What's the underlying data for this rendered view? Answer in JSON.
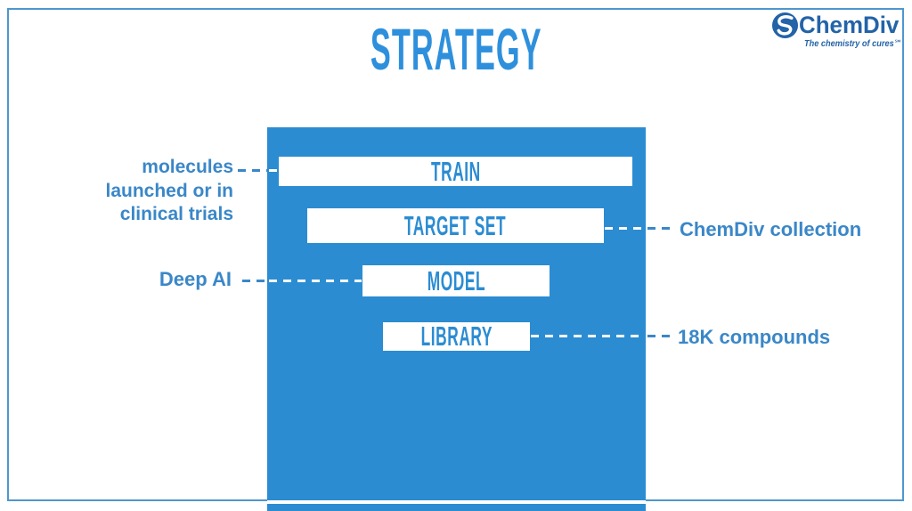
{
  "slide": {
    "title": "STRATEGY"
  },
  "logo": {
    "name": "ChemDiv",
    "tagline": "The chemistry of cures℠",
    "icon": "globe-swirl-icon"
  },
  "diagram": {
    "box": {
      "color": "#2b8cd2"
    },
    "bars": [
      {
        "label": "TRAIN"
      },
      {
        "label": "TARGET SET"
      },
      {
        "label": "MODEL"
      },
      {
        "label": "LIBRARY"
      }
    ],
    "annotations_left": [
      {
        "text": "molecules launched or in clinical trials",
        "lines": [
          "molecules",
          "launched or in",
          "clinical trials"
        ],
        "target": "TRAIN"
      },
      {
        "text": "Deep AI",
        "target": "MODEL"
      }
    ],
    "annotations_right": [
      {
        "text": "ChemDiv collection",
        "target": "TARGET SET"
      },
      {
        "text": "18K compounds",
        "target": "LIBRARY"
      }
    ]
  },
  "colors": {
    "box_blue": "#2b8cd2",
    "title_blue": "#2e90dc",
    "label_blue": "#3a87c8",
    "logo_blue": "#2363a8",
    "border_blue": "#4e97cf",
    "bar_fill": "#ffffff"
  }
}
